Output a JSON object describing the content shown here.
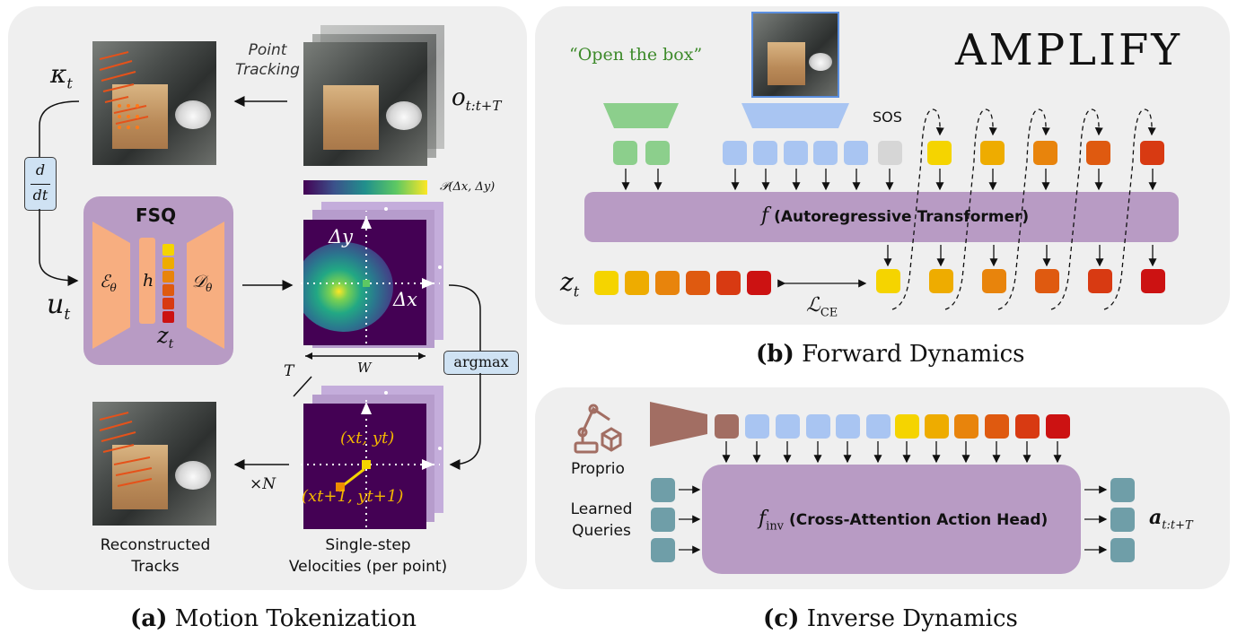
{
  "panel_a": {
    "caption_bold": "(a)",
    "caption_rest": "Motion Tokenization",
    "kappa_label": "κ",
    "kappa_sub": "t",
    "point_tracking_line1": "Point",
    "point_tracking_line2": "Tracking",
    "obs_label": "o",
    "obs_sub": "t:t+T",
    "prob_label": "𝒫(Δx, Δy)",
    "ddt_num": "d",
    "ddt_den": "dt",
    "fsq_title": "FSQ",
    "encoder": "ℰ",
    "encoder_sub": "θ",
    "h_label": "h",
    "decoder": "𝒟",
    "decoder_sub": "θ",
    "z_label": "z",
    "z_sub": "t",
    "u_label": "u",
    "u_sub": "t",
    "dy_label": "Δy",
    "dx_label": "Δx",
    "w_label": "W",
    "argmax_label": "argmax",
    "t_label": "T",
    "xtyt_label": "(x",
    "xtyt_label_full": "(xt, yt)",
    "xt1_label_full": "(xt+1, yt+1)",
    "times_n": "×N",
    "recon_line1": "Reconstructed",
    "recon_line2": "Tracks",
    "velo_line1": "Single-step",
    "velo_line2": "Velocities (per point)"
  },
  "panel_b": {
    "caption_bold": "(b)",
    "caption_rest": "Forward Dynamics",
    "title": "AMPLIFY",
    "instruction": "“Open the box”",
    "sos": "SOS",
    "f_label": "f",
    "f_desc": "(Autoregressive Transformer)",
    "z_label": "z",
    "z_sub": "t",
    "loss_label": "ℒ",
    "loss_sub": "CE"
  },
  "panel_c": {
    "caption_bold": "(c)",
    "caption_rest": "Inverse Dynamics",
    "proprio": "Proprio",
    "queries_line1": "Learned",
    "queries_line2": "Queries",
    "finv_label": "f",
    "finv_sub": "inv",
    "finv_desc": "(Cross-Attention Action Head)",
    "action_label": "a",
    "action_sub": "t:t+T"
  },
  "colors": {
    "panel_bg": "#efefef",
    "purple": "#b89bc4",
    "purple_dark": "#9c78ad",
    "orange": "#f7ae80",
    "green": "#8ccf8c",
    "blue": "#a9c5f2",
    "gray_token": "#d6d6d6",
    "teal": "#6f9ea8",
    "brown": "#a26e63",
    "token_ramp": [
      "#f5d400",
      "#eeac00",
      "#e8840c",
      "#df5a10",
      "#d83a12",
      "#cc1212"
    ],
    "title_green": "#3d8a2a"
  }
}
